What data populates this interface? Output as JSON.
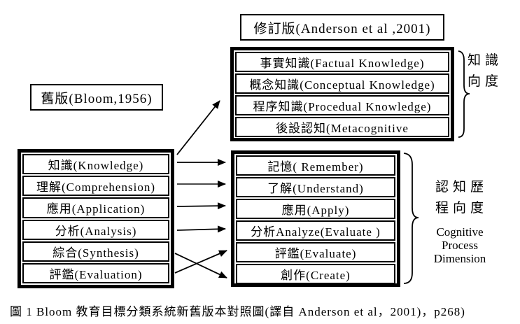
{
  "figure": {
    "revised_label": "修訂版(Anderson et al ,2001)",
    "old_label": "舊版(Bloom,1956)",
    "knowledge_box": {
      "rows": [
        "事實知識(Factual Knowledge)",
        "概念知識(Conceptual Knowledge)",
        "程序知識(Procedual Knowledge)",
        "後設認知(Metacognitive"
      ]
    },
    "old_box": {
      "rows": [
        "知識(Knowledge)",
        "理解(Comprehension)",
        "應用(Application)",
        "分析(Analysis)",
        "綜合(Synthesis)",
        "評鑑(Evaluation)"
      ]
    },
    "process_box": {
      "rows": [
        "記憶( Remember)",
        "了解(Understand)",
        "應用(Apply)",
        "分析Analyze(Evaluate )",
        "評鑑(Evaluate)",
        "創作(Create)"
      ]
    },
    "knowledge_dimension_label": {
      "line1": "知識",
      "line2": "向度"
    },
    "process_dimension_label": {
      "zh_line1": "認知歷",
      "zh_line2": "程向度",
      "en_line1": "Cognitive",
      "en_line2": "Process",
      "en_line3": "Dimension"
    },
    "caption": "圖 1 Bloom 教育目標分類系統新舊版本對照圖(譯自 Anderson et al，2001)，p268)",
    "connections": [
      {
        "from": "知識(Knowledge)",
        "to": "knowledge-dimension-box"
      },
      {
        "from": "知識(Knowledge)",
        "to": "記憶( Remember)"
      },
      {
        "from": "理解(Comprehension)",
        "to": "了解(Understand)"
      },
      {
        "from": "應用(Application)",
        "to": "應用(Apply)"
      },
      {
        "from": "分析(Analysis)",
        "to": "分析Analyze(Evaluate )"
      },
      {
        "from": "綜合(Synthesis)",
        "to": "創作(Create)"
      },
      {
        "from": "評鑑(Evaluation)",
        "to": "評鑑(Evaluate)"
      }
    ],
    "colors": {
      "ink": "#000000",
      "paper": "#ffffff"
    }
  }
}
